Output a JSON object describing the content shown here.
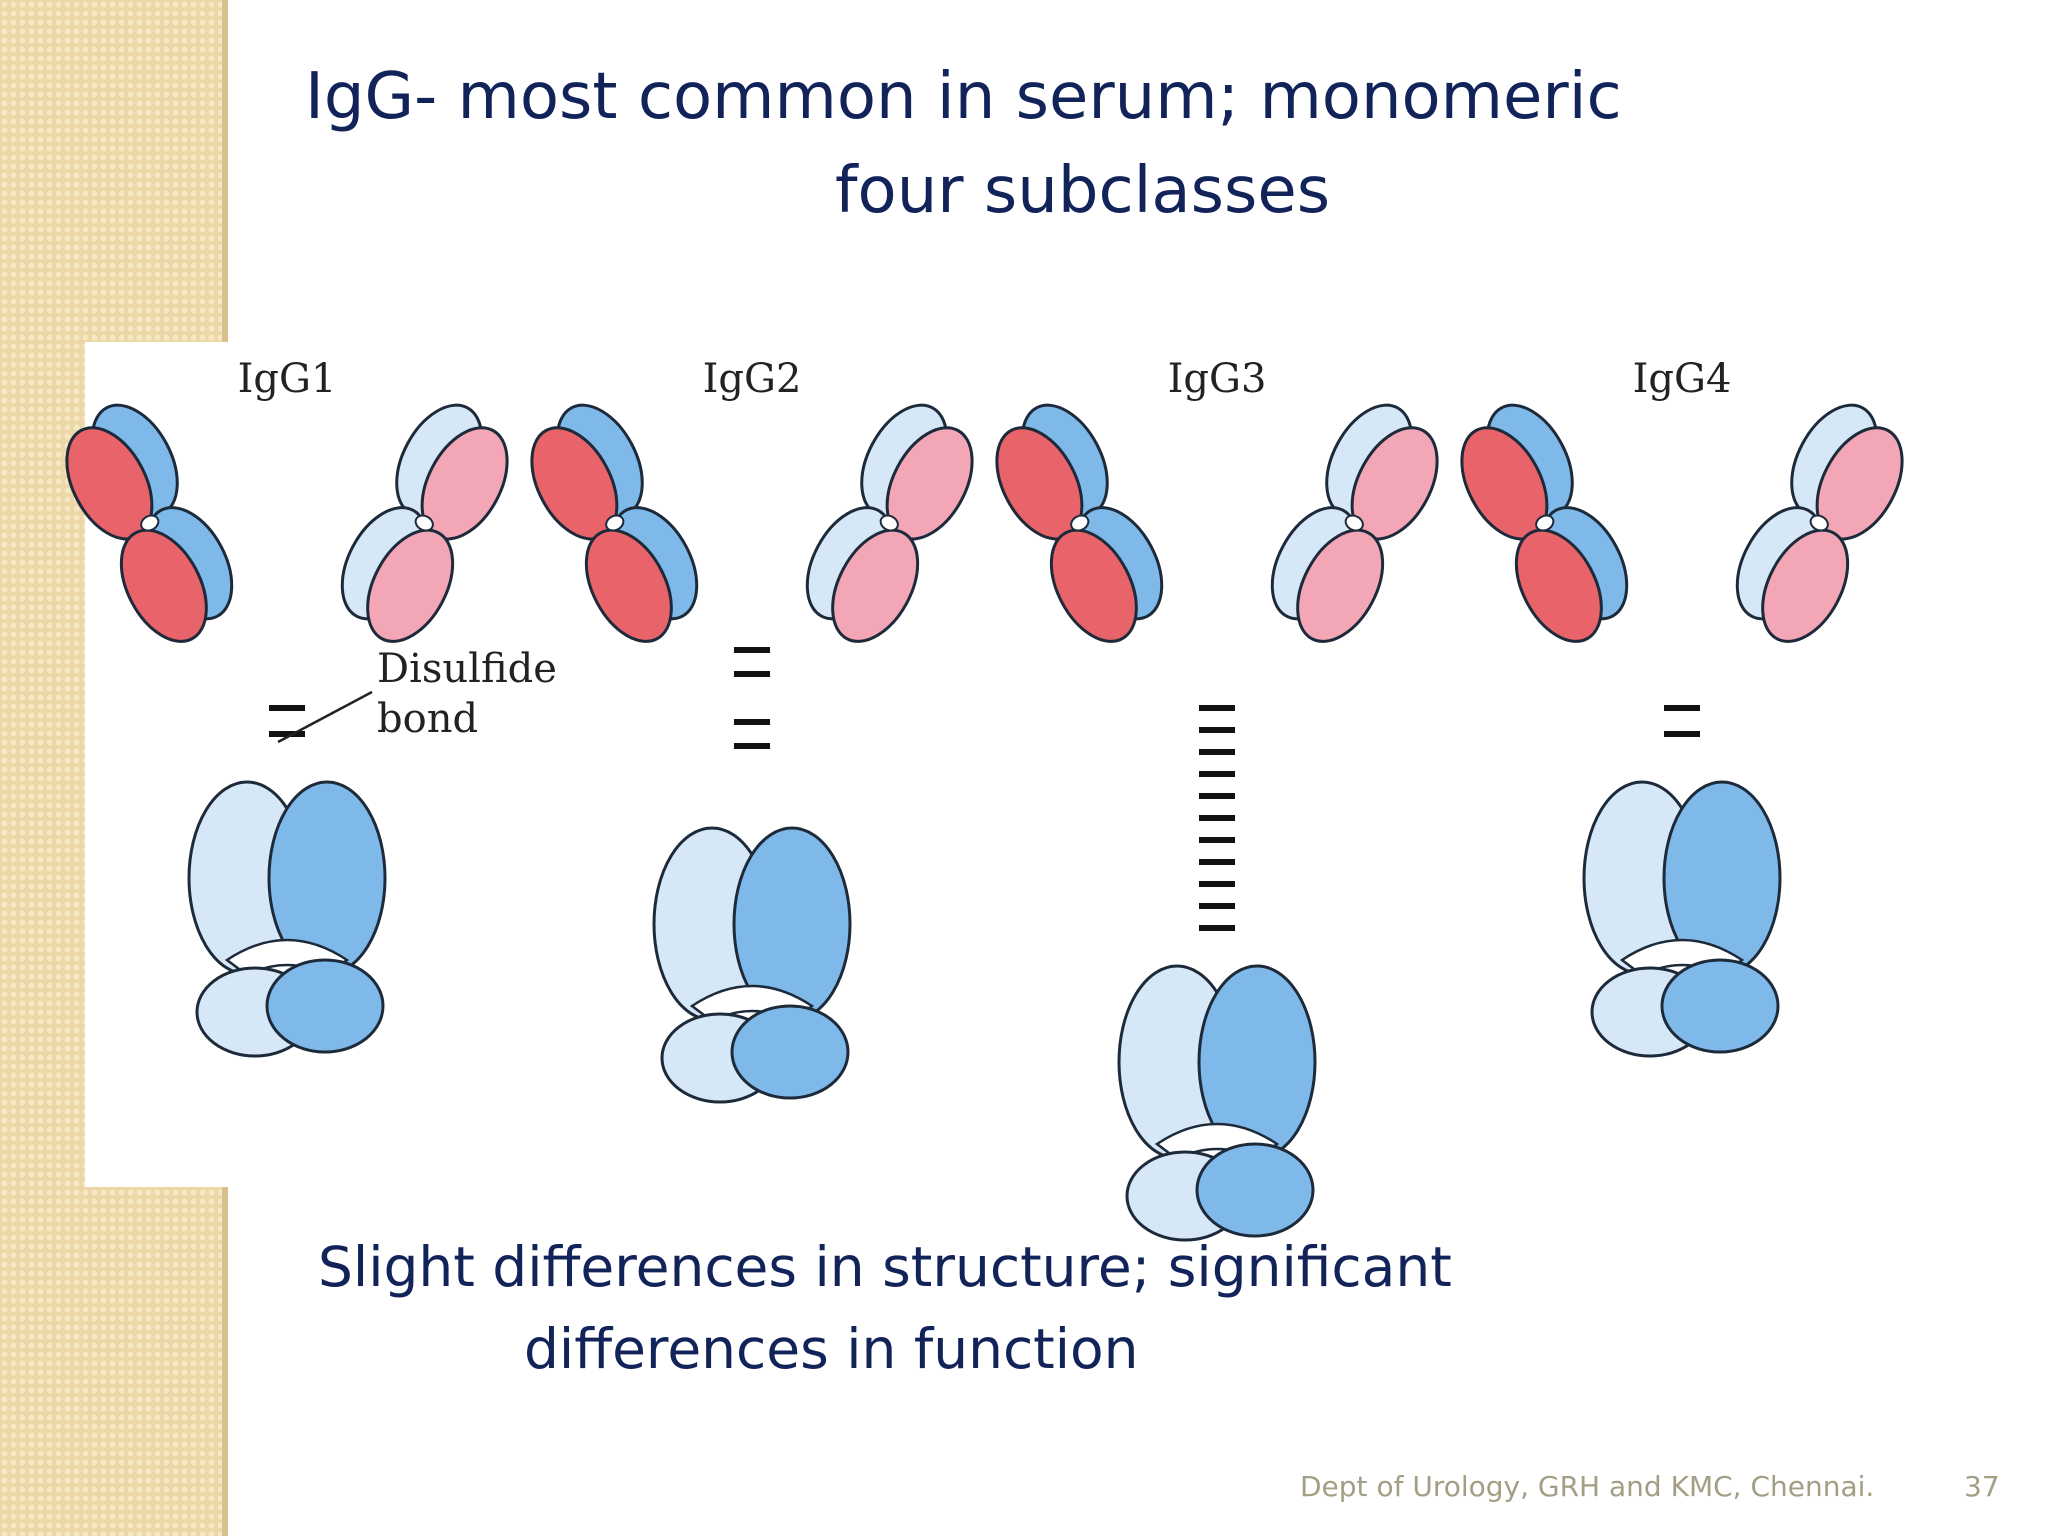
{
  "slide": {
    "title_line1": "IgG- most common in serum; monomeric",
    "title_line2": "four subclasses",
    "caption_line1": "Slight differences in structure; significant",
    "caption_line2": "differences in function",
    "footer_text": "Dept of Urology, GRH and KMC, Chennai.",
    "page_number": "37"
  },
  "diagram": {
    "subclasses": [
      {
        "label": "IgG1",
        "hinge_bonds": 2
      },
      {
        "label": "IgG2",
        "hinge_bonds": 4
      },
      {
        "label": "IgG3",
        "hinge_bonds": 11
      },
      {
        "label": "IgG4",
        "hinge_bonds": 2
      }
    ],
    "annotation_line1": "Disulfide",
    "annotation_line2": "bond"
  },
  "colors": {
    "title_text": "#12235a",
    "footer_text": "#a39e84",
    "light_chain_variable": "#e8636a",
    "light_chain_constant": "#f2a6b6",
    "heavy_chain_light": "#d6e8f7",
    "heavy_chain_medium": "#7fb9ea",
    "outline": "#1c2a3a",
    "side_strip": "#ecd7a6"
  }
}
